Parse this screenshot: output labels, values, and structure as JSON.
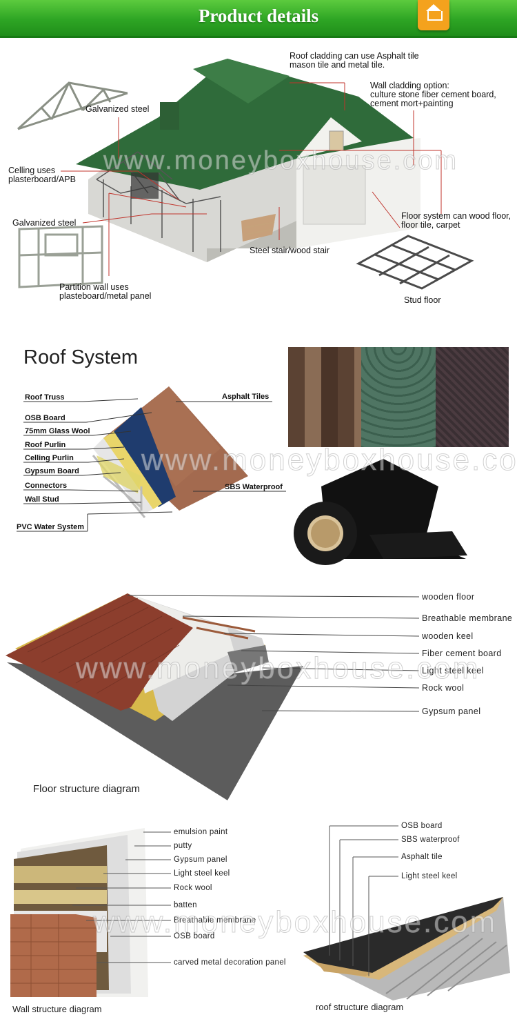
{
  "header": {
    "title": "Product details",
    "logo_text": ""
  },
  "house": {
    "labels": {
      "roof_cladding": "Roof cladding can use Asphalt tile\nmason tile and metal tile.",
      "wall_cladding": "Wall cladding option:\nculture stone fiber cement board,\ncement mort+painting",
      "galvanized_steel_top": "Galvanized steel",
      "ceiling": "Celling uses\nplasterboard/APB",
      "galvanized_steel_left": "Galvanized steel",
      "floor_system": "Floor system can wood floor,\nfloor tile, carpet",
      "stair": "Steel stair/wood stair",
      "partition": "Partition wall uses\nplasteboard/metal panel",
      "stud_floor": "Stud floor"
    }
  },
  "roof_system": {
    "title": "Roof System",
    "left_labels": [
      "Roof Truss",
      "OSB Board",
      "75mm Glass Wool",
      "Roof Purlin",
      "Celling Purlin",
      "Gypsum Board",
      "Connectors",
      "Wall Stud",
      "PVC Water System"
    ],
    "right_labels": [
      "Asphalt Tiles",
      "SBS Waterproof"
    ]
  },
  "floor": {
    "labels": [
      "wooden floor",
      "Breathable membrane",
      "wooden keel",
      "Fiber cement board",
      "Light steel keel",
      "Rock wool",
      "Gypsum panel"
    ],
    "caption": "Floor structure diagram"
  },
  "wall": {
    "labels": [
      "emulsion paint",
      "putty",
      "Gypsum panel",
      "Light steel keel",
      "Rock wool",
      "batten",
      "Breathable membrane",
      "OSB board",
      "carved metal decoration panel"
    ],
    "caption": "Wall structure diagram"
  },
  "roof_structure": {
    "labels": [
      "OSB board",
      "SBS waterproof",
      "Asphalt tile",
      "Light steel keel"
    ],
    "caption": "roof structure diagram"
  },
  "watermark": "www.moneyboxhouse.com",
  "colors": {
    "header_green": "#2ea524",
    "logo_orange": "#f4a21d",
    "roof_green": "#2f6b3a",
    "leader_red": "#c0332b"
  }
}
